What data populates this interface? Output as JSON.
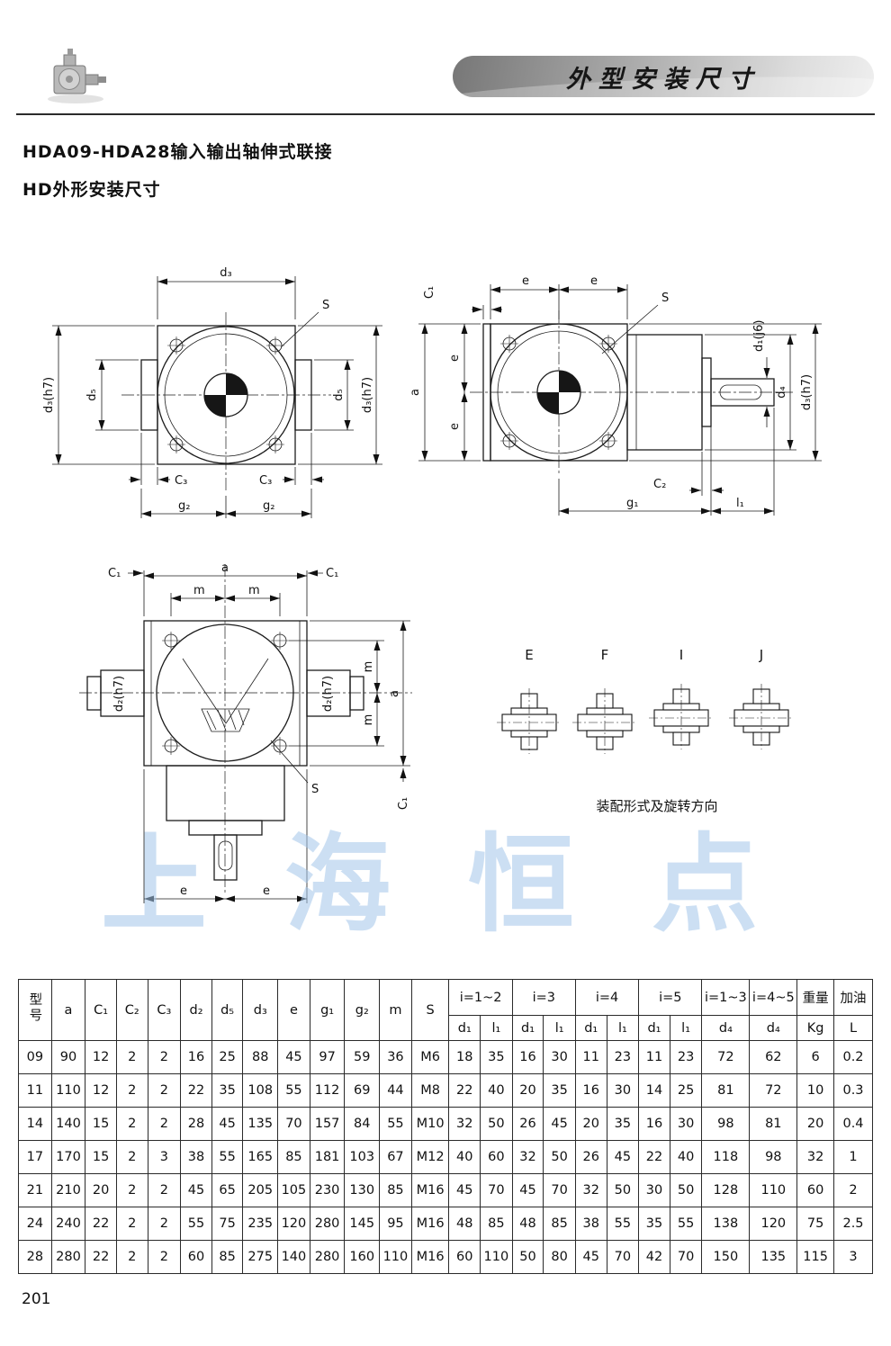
{
  "header": {
    "title": "外型安装尺寸"
  },
  "titles": {
    "line1": "HDA09-HDA28输入输出轴伸式联接",
    "line2": "HD外形安装尺寸"
  },
  "dims": {
    "a": "a",
    "e": "e",
    "m": "m",
    "s": "S",
    "c1": "C₁",
    "c2": "C₂",
    "c3": "C₃",
    "d1j6": "d₁(j6)",
    "d2h7": "d₂(h7)",
    "d3": "d₃",
    "d3h7": "d₃(h7)",
    "d4": "d₄",
    "d5": "d₅",
    "g1": "g₁",
    "g2": "g₂",
    "l1": "l₁"
  },
  "assembly": {
    "labels": [
      "E",
      "F",
      "I",
      "J"
    ],
    "caption": "装配形式及旋转方向"
  },
  "watermark": "上海恒点",
  "table": {
    "main": [
      "型号",
      "a",
      "C₁",
      "C₂",
      "C₃",
      "d₂",
      "d₅",
      "d₃",
      "e",
      "g₁",
      "g₂",
      "m",
      "S"
    ],
    "groups": [
      {
        "label": "i=1~2",
        "sub": [
          "d₁",
          "l₁"
        ]
      },
      {
        "label": "i=3",
        "sub": [
          "d₁",
          "l₁"
        ]
      },
      {
        "label": "i=4",
        "sub": [
          "d₁",
          "l₁"
        ]
      },
      {
        "label": "i=5",
        "sub": [
          "d₁",
          "l₁"
        ]
      }
    ],
    "singles": [
      {
        "label": "i=1~3",
        "sub": "d₄"
      },
      {
        "label": "i=4~5",
        "sub": "d₄"
      },
      {
        "label": "重量",
        "sub": "Kg"
      },
      {
        "label": "加油",
        "sub": "L"
      }
    ],
    "rows": [
      [
        "09",
        "90",
        "12",
        "2",
        "2",
        "16",
        "25",
        "88",
        "45",
        "97",
        "59",
        "36",
        "M6",
        "18",
        "35",
        "16",
        "30",
        "11",
        "23",
        "11",
        "23",
        "72",
        "62",
        "6",
        "0.2"
      ],
      [
        "11",
        "110",
        "12",
        "2",
        "2",
        "22",
        "35",
        "108",
        "55",
        "112",
        "69",
        "44",
        "M8",
        "22",
        "40",
        "20",
        "35",
        "16",
        "30",
        "14",
        "25",
        "81",
        "72",
        "10",
        "0.3"
      ],
      [
        "14",
        "140",
        "15",
        "2",
        "2",
        "28",
        "45",
        "135",
        "70",
        "157",
        "84",
        "55",
        "M10",
        "32",
        "50",
        "26",
        "45",
        "20",
        "35",
        "16",
        "30",
        "98",
        "81",
        "20",
        "0.4"
      ],
      [
        "17",
        "170",
        "15",
        "2",
        "3",
        "38",
        "55",
        "165",
        "85",
        "181",
        "103",
        "67",
        "M12",
        "40",
        "60",
        "32",
        "50",
        "26",
        "45",
        "22",
        "40",
        "118",
        "98",
        "32",
        "1"
      ],
      [
        "21",
        "210",
        "20",
        "2",
        "2",
        "45",
        "65",
        "205",
        "105",
        "230",
        "130",
        "85",
        "M16",
        "45",
        "70",
        "45",
        "70",
        "32",
        "50",
        "30",
        "50",
        "128",
        "110",
        "60",
        "2"
      ],
      [
        "24",
        "240",
        "22",
        "2",
        "2",
        "55",
        "75",
        "235",
        "120",
        "280",
        "145",
        "95",
        "M16",
        "48",
        "85",
        "48",
        "85",
        "38",
        "55",
        "35",
        "55",
        "138",
        "120",
        "75",
        "2.5"
      ],
      [
        "28",
        "280",
        "22",
        "2",
        "2",
        "60",
        "85",
        "275",
        "140",
        "280",
        "160",
        "110",
        "M16",
        "60",
        "110",
        "50",
        "80",
        "45",
        "70",
        "42",
        "70",
        "150",
        "135",
        "115",
        "3"
      ]
    ]
  },
  "page_number": "201"
}
